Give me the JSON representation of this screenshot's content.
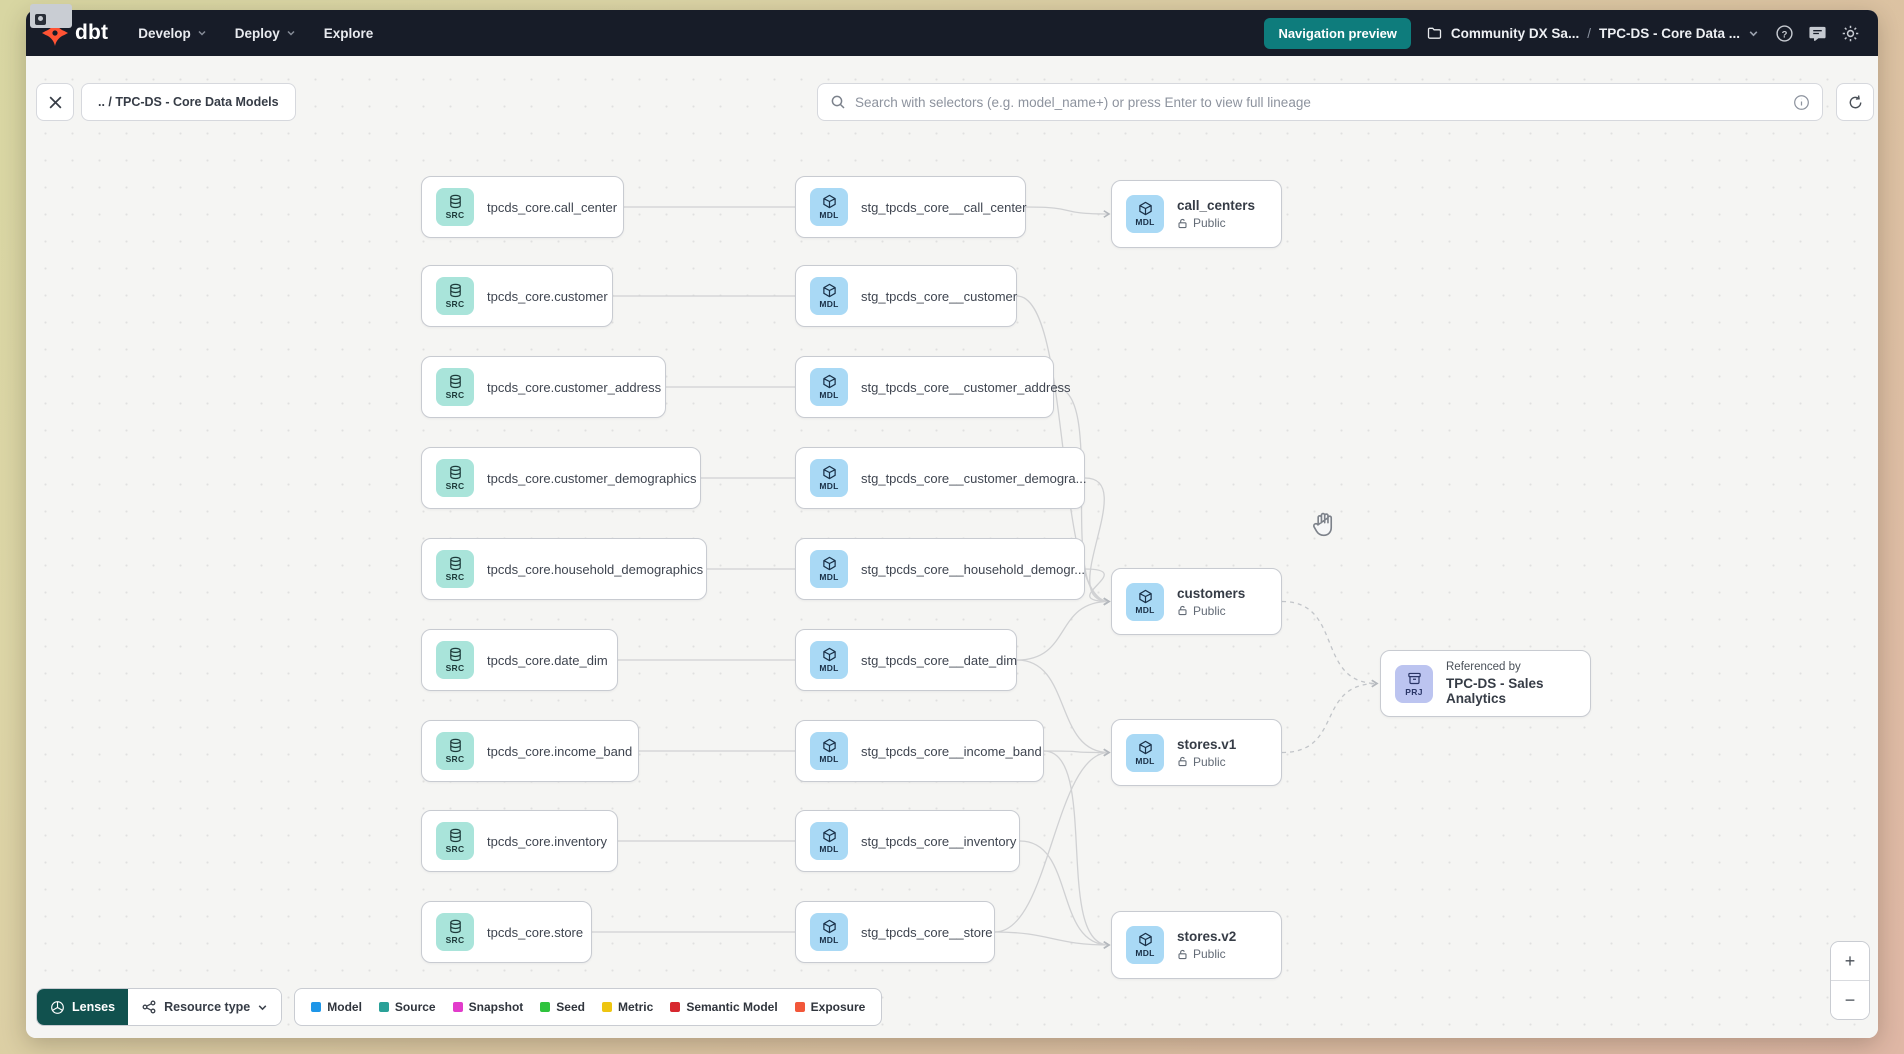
{
  "header": {
    "brand": "dbt",
    "nav": [
      {
        "label": "Develop",
        "chevron": true
      },
      {
        "label": "Deploy",
        "chevron": true
      },
      {
        "label": "Explore",
        "chevron": false
      }
    ],
    "preview_button": "Navigation preview",
    "breadcrumb": {
      "project": "Community DX Sa...",
      "separator": "/",
      "page": "TPC-DS - Core Data ..."
    },
    "icons": [
      "help-icon",
      "feedback-icon",
      "settings-icon"
    ]
  },
  "toolbar": {
    "breadcrumb": ".. / TPC-DS - Core Data Models",
    "search_placeholder": "Search with selectors (e.g. model_name+) or press Enter to view full lineage"
  },
  "graph": {
    "badges": {
      "source": "SRC",
      "model": "MDL",
      "project": "PRJ"
    },
    "sources": [
      "tpcds_core.call_center",
      "tpcds_core.customer",
      "tpcds_core.customer_address",
      "tpcds_core.customer_demographics",
      "tpcds_core.household_demographics",
      "tpcds_core.date_dim",
      "tpcds_core.income_band",
      "tpcds_core.inventory",
      "tpcds_core.store"
    ],
    "staging": [
      "stg_tpcds_core__call_center",
      "stg_tpcds_core__customer",
      "stg_tpcds_core__customer_address",
      "stg_tpcds_core__customer_demogra...",
      "stg_tpcds_core__household_demogr...",
      "stg_tpcds_core__date_dim",
      "stg_tpcds_core__income_band",
      "stg_tpcds_core__inventory",
      "stg_tpcds_core__store"
    ],
    "models": [
      {
        "key": "call_centers",
        "name": "call_centers",
        "access": "Public"
      },
      {
        "key": "customers",
        "name": "customers",
        "access": "Public"
      },
      {
        "key": "stores_v1",
        "name": "stores.v1",
        "access": "Public"
      },
      {
        "key": "stores_v2",
        "name": "stores.v2",
        "access": "Public"
      }
    ],
    "project_node": {
      "caption": "Referenced by",
      "name": "TPC-DS - Sales Analytics"
    },
    "edges": {
      "source_to_staging": [
        [
          0,
          0
        ],
        [
          1,
          1
        ],
        [
          2,
          2
        ],
        [
          3,
          3
        ],
        [
          4,
          4
        ],
        [
          5,
          5
        ],
        [
          6,
          6
        ],
        [
          7,
          7
        ],
        [
          8,
          8
        ]
      ],
      "staging_to_model": [
        [
          0,
          "call_centers"
        ],
        [
          1,
          "customers"
        ],
        [
          2,
          "customers"
        ],
        [
          3,
          "customers"
        ],
        [
          4,
          "customers"
        ],
        [
          5,
          "customers"
        ],
        [
          5,
          "stores_v1"
        ],
        [
          6,
          "stores_v1"
        ],
        [
          8,
          "stores_v1"
        ],
        [
          6,
          "stores_v2"
        ],
        [
          7,
          "stores_v2"
        ],
        [
          8,
          "stores_v2"
        ]
      ],
      "model_to_project": [
        "customers",
        "stores_v1"
      ]
    }
  },
  "footer": {
    "lenses_label": "Lenses",
    "resource_type_label": "Resource type",
    "legend": [
      {
        "label": "Model",
        "color": "#1e96e8"
      },
      {
        "label": "Source",
        "color": "#2aa198"
      },
      {
        "label": "Snapshot",
        "color": "#e23ccb"
      },
      {
        "label": "Seed",
        "color": "#2fc33d"
      },
      {
        "label": "Metric",
        "color": "#eec511"
      },
      {
        "label": "Semantic Model",
        "color": "#d7282f"
      },
      {
        "label": "Exposure",
        "color": "#f2573a"
      }
    ]
  },
  "zoom_controls": {
    "zoom_in": "+",
    "zoom_out": "−"
  },
  "colors": {
    "header_bg": "#171c28",
    "accent_teal": "#0e7c7c",
    "brand_orange": "#ff5334",
    "source_tile": "#a9e4da",
    "model_tile": "#a9d9f5",
    "project_tile": "#bcc4f0",
    "canvas_bg": "#f5f5f3"
  }
}
